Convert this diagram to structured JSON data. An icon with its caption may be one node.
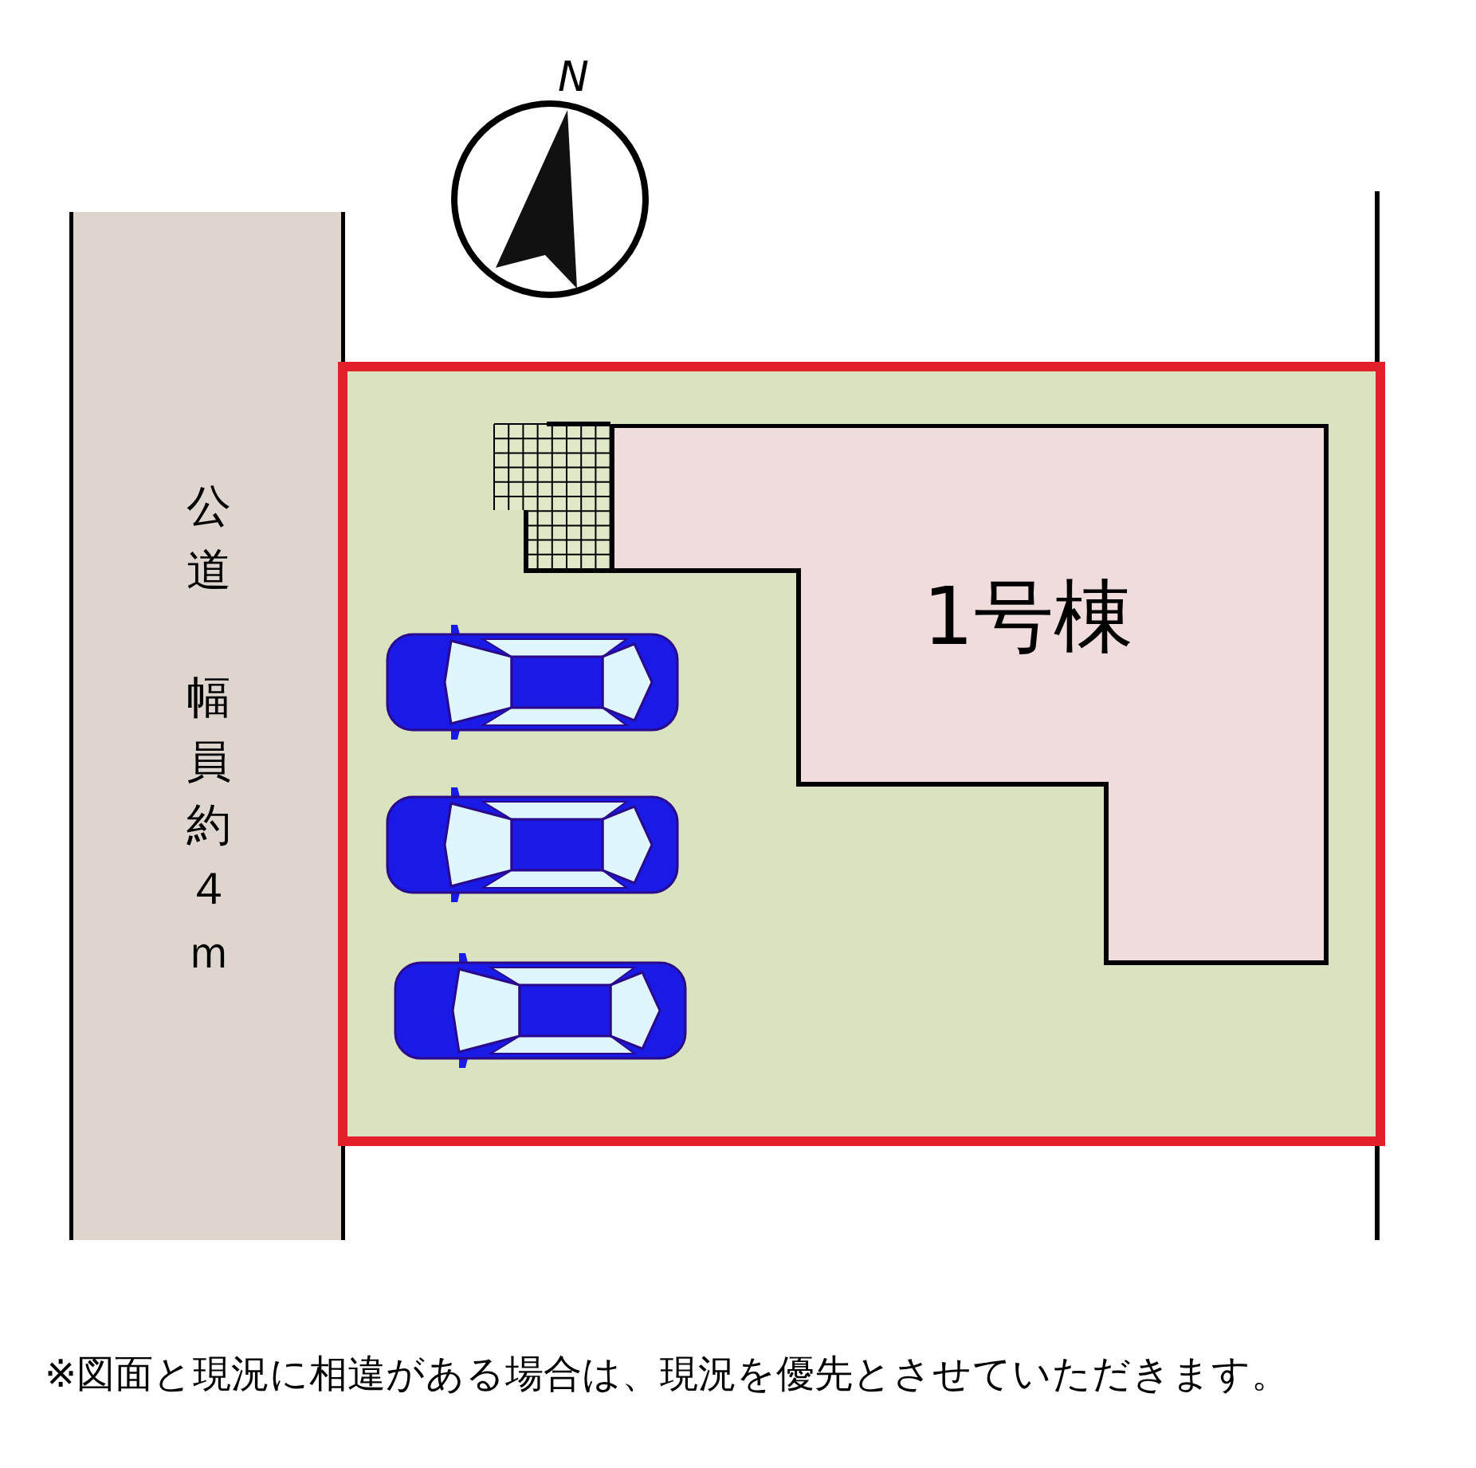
{
  "diagram": {
    "caption": "※図面と現況に相違がある場合は、現況を優先とさせていただきます。",
    "nodes": [
      {
        "text": [
          "公道",
          "幅員約４ｍ"
        ]
      },
      {
        "text": [],
        "shape": "box"
      },
      {
        "text": [
          "1号棟"
        ],
        "in": 1
      }
    ],
    "labels": [
      "N"
    ]
  }
}
